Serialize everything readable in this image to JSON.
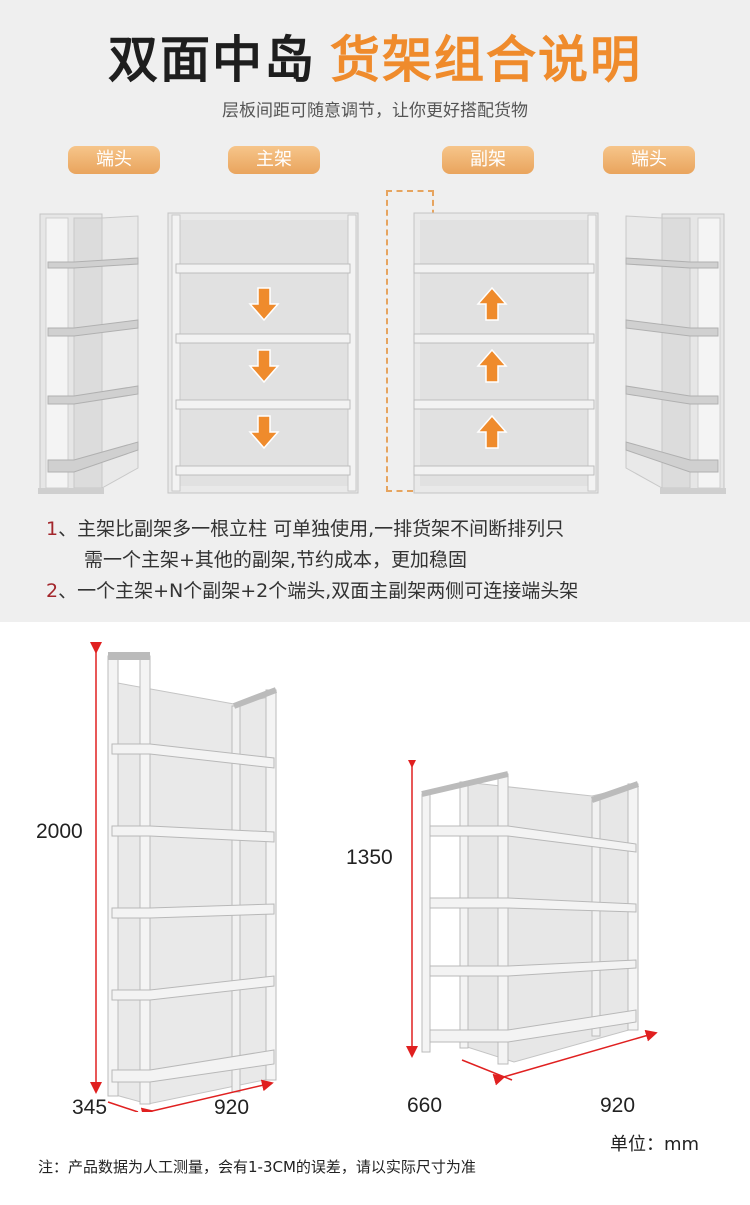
{
  "title": {
    "part1": "双面中岛",
    "part2": "货架组合说明"
  },
  "subtitle": "层板间距可随意调节，让你更好搭配货物",
  "tags": [
    "端头",
    "主架",
    "副架",
    "端头"
  ],
  "notes": [
    {
      "num": "1",
      "text": "、主架比副架多一根立柱 可单独使用,一排货架不间断排列只"
    },
    {
      "num": "",
      "text": "需一个主架+其他的副架,节约成本，更加稳固"
    },
    {
      "num": "2",
      "text": "、一个主架+N个副架+2个端头,双面主副架两侧可连接端头架"
    }
  ],
  "dimensions": {
    "tall": {
      "height": "2000",
      "depth": "345",
      "width": "920"
    },
    "short": {
      "height": "1350",
      "depth": "660",
      "width": "920"
    }
  },
  "unit": "单位：mm",
  "footnote": "注：产品数据为人工测量，会有1-3CM的误差，请以实际尺寸为准",
  "colors": {
    "accent": "#ef8b2c",
    "dimension_line": "#e02020"
  }
}
